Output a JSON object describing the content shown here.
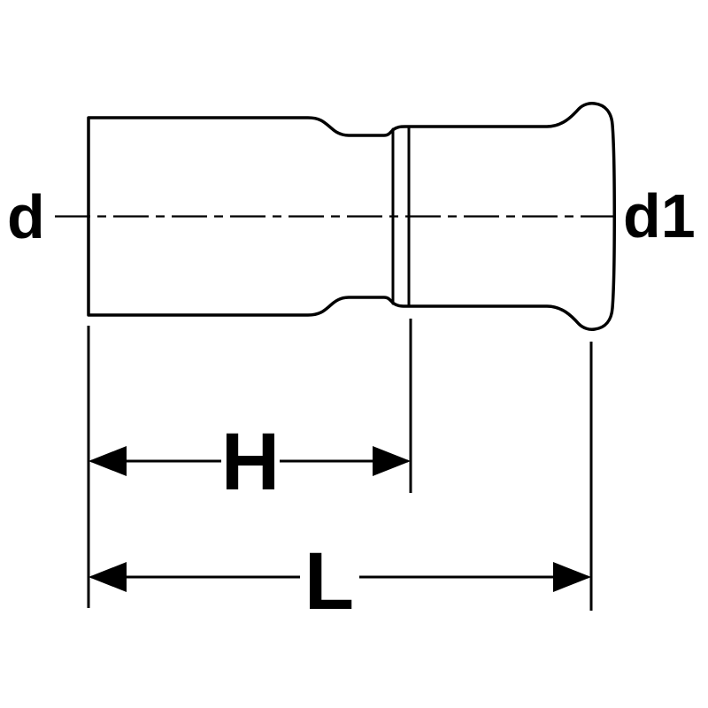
{
  "drawing": {
    "part_labels": {
      "left_diameter": "d",
      "right_diameter": "d1"
    },
    "dimensions": {
      "insertion_depth": "H",
      "overall_length": "L"
    },
    "colors": {
      "line": "#000000",
      "background": "#ffffff"
    }
  }
}
